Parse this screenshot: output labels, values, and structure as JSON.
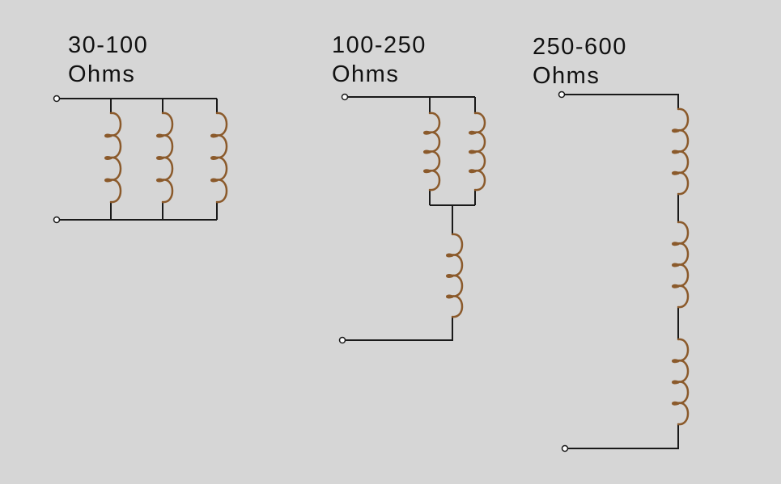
{
  "colors": {
    "background": "#d6d6d6",
    "wire": "#1a1a1a",
    "coil": "#8b5a2b"
  },
  "configurations": [
    {
      "range": "30-100",
      "unit": "Ohms",
      "connection": "parallel",
      "coils": 3
    },
    {
      "range": "100-250",
      "unit": "Ohms",
      "connection": "series-parallel",
      "coils": 3
    },
    {
      "range": "250-600",
      "unit": "Ohms",
      "connection": "series",
      "coils": 3
    }
  ]
}
